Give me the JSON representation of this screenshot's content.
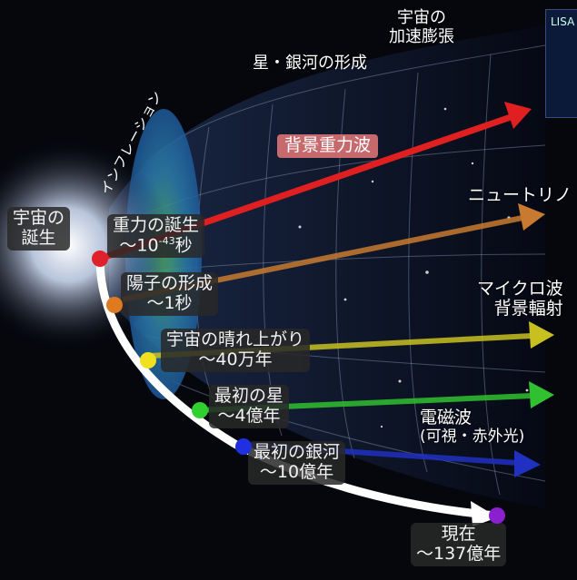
{
  "labels": {
    "birth": [
      "宇宙の",
      "誕生"
    ],
    "inflation": "インフレーション",
    "star_galaxy_formation": "星・銀河の形成",
    "accelerated_expansion": [
      "宇宙の",
      "加速膨張"
    ],
    "lisa": "LISA",
    "gw_background": "背景重力波",
    "neutrino": "ニュートリノ",
    "cmb": [
      "マイクロ波",
      "背景輻射"
    ],
    "em_waves": [
      "電磁波",
      "(可視・赤外光)"
    ]
  },
  "milestones": [
    {
      "title": "重力の誕生",
      "time_prefix": "〜10",
      "time_exp": "-43",
      "time_suffix": "秒",
      "color": "#e0202a"
    },
    {
      "title": "陽子の形成",
      "time": "〜1秒",
      "color": "#e07a20"
    },
    {
      "title": "宇宙の晴れ上がり",
      "time": "〜40万年",
      "color": "#f0e020"
    },
    {
      "title": "最初の星",
      "time": "〜4億年",
      "color": "#30d030"
    },
    {
      "title": "最初の銀河",
      "time": "〜10億年",
      "color": "#2030e0"
    },
    {
      "title": "現在",
      "time": "〜137億年",
      "color": "#8a20d0"
    }
  ],
  "colors": {
    "gravity_arrow": "#e02020",
    "neutrino_arrow": "#c87a30",
    "cmb_arrow": "#c8c020",
    "first_star_arrow": "#30c030",
    "em_arrow": "#2030c0",
    "timeline": "#ffffff"
  }
}
